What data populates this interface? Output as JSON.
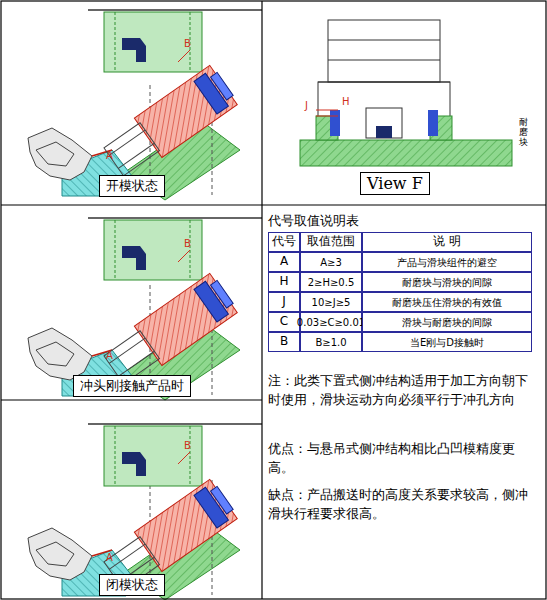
{
  "diagram": {
    "nodes": [
      {
        "text": [
          "开模状态"
        ]
      },
      {
        "text": [
          "冲头刚接触产品时"
        ]
      },
      {
        "text": [
          "闭模状态"
        ]
      },
      {
        "text": [
          "View F"
        ]
      }
    ],
    "labels": [
      "B",
      "A",
      "B",
      "A",
      "B",
      "A",
      "J",
      "H",
      "耐磨块",
      "代号取值说明表",
      "代号",
      "取值范围",
      "说 明",
      "A",
      "A≥3",
      "产品与滑块组件的避空",
      "H",
      "2≥H≥0.5",
      "耐磨块与滑块的间隙",
      "J",
      "10≥J≥5",
      "耐磨块压住滑块的有效值",
      "C",
      "0.03≥C≥0.01",
      "滑块与耐磨块的间隙",
      "B",
      "B≥1.0",
      "当E刚与D接触时",
      "注：此类下置式侧冲结构适用于加工方向朝下时使用，滑块运动方向必须平行于冲孔方向",
      "优点：与悬吊式侧冲结构相比凸凹模精度更高。",
      "缺点：产品搬送时的高度关系要求较高，侧冲滑块行程要求很高。"
    ]
  }
}
